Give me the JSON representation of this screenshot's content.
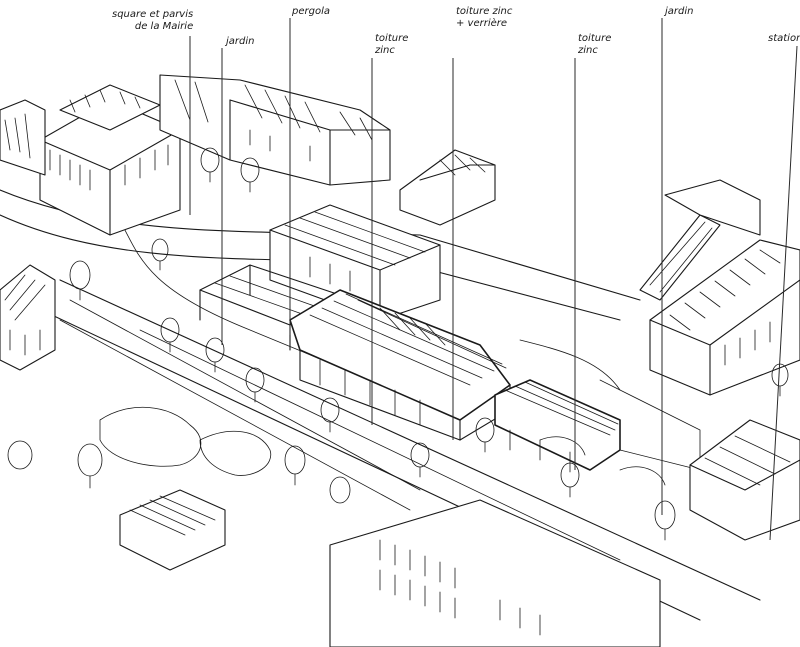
{
  "labels": [
    {
      "id": "mairie",
      "lines": [
        "square et parvis",
        "de la Mairie"
      ]
    },
    {
      "id": "jardin1",
      "lines": [
        "jardin"
      ]
    },
    {
      "id": "pergola",
      "lines": [
        "pergola"
      ]
    },
    {
      "id": "toiture1",
      "lines": [
        "toiture",
        "zinc"
      ]
    },
    {
      "id": "toiture-verriere",
      "lines": [
        "toiture zinc",
        "+ verrière"
      ]
    },
    {
      "id": "toiture2",
      "lines": [
        "toiture",
        "zinc"
      ]
    },
    {
      "id": "jardin2",
      "lines": [
        "jardin"
      ]
    },
    {
      "id": "station",
      "lines": [
        "station"
      ]
    }
  ],
  "colors": {
    "ink": "#1a1a1a",
    "paper": "#ffffff"
  }
}
